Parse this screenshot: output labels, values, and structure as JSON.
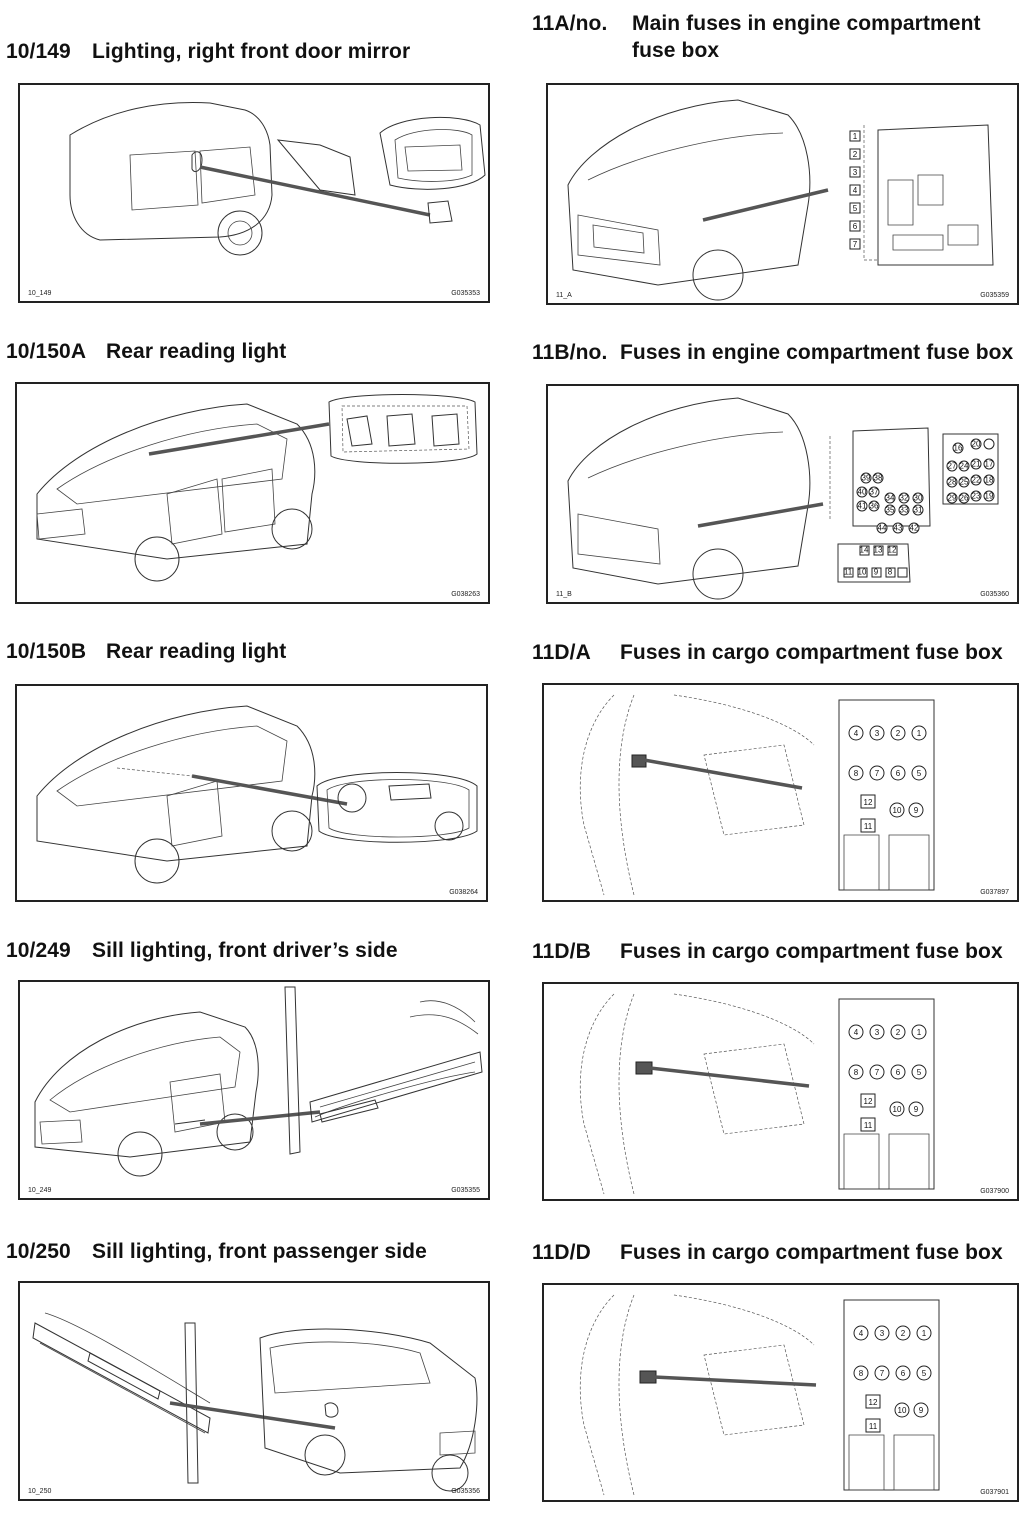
{
  "items": [
    {
      "code": "10/149",
      "title": "Lighting, right front door mirror",
      "left_label": "10_149",
      "right_label": "G035353"
    },
    {
      "code": "10/150A",
      "title": "Rear reading light",
      "left_label": "",
      "right_label": "G038263"
    },
    {
      "code": "10/150B",
      "title": "Rear reading light",
      "left_label": "",
      "right_label": "G038264"
    },
    {
      "code": "10/249",
      "title": "Sill lighting, front driver’s side",
      "left_label": "10_249",
      "right_label": "G035355"
    },
    {
      "code": "10/250",
      "title": "Sill lighting, front passenger side",
      "left_label": "10_250",
      "right_label": "G035356"
    },
    {
      "code": "11A/no.",
      "title": "Main fuses in engine compartment",
      "title_line2": "fuse box",
      "left_label": "11_A",
      "right_label": "G035359",
      "fuse_labels": [
        "1",
        "2",
        "3",
        "4",
        "5",
        "6",
        "7"
      ]
    },
    {
      "code": "11B/no.",
      "title": "Fuses in engine compartment fuse box",
      "left_label": "11_B",
      "right_label": "G035360",
      "fuse_labels": [
        "16",
        "20",
        "27",
        "24",
        "21",
        "17",
        "28",
        "25",
        "22",
        "18",
        "29",
        "26",
        "23",
        "19",
        "39",
        "38",
        "40",
        "37",
        "34",
        "32",
        "30",
        "41",
        "36",
        "35",
        "33",
        "31",
        "44",
        "43",
        "42",
        "14",
        "13",
        "12",
        "11",
        "10",
        "9",
        "8"
      ]
    },
    {
      "code": "11D/A",
      "title": "Fuses in cargo compartment fuse box",
      "left_label": "",
      "right_label": "G037897",
      "fuse_labels": [
        "4",
        "3",
        "2",
        "1",
        "8",
        "7",
        "6",
        "5",
        "12",
        "10",
        "9",
        "11"
      ]
    },
    {
      "code": "11D/B",
      "title": "Fuses in cargo compartment fuse box",
      "left_label": "",
      "right_label": "G037900",
      "fuse_labels": [
        "4",
        "3",
        "2",
        "1",
        "8",
        "7",
        "6",
        "5",
        "12",
        "10",
        "9",
        "11"
      ]
    },
    {
      "code": "11D/D",
      "title": "Fuses in cargo compartment fuse box",
      "left_label": "",
      "right_label": "G037901",
      "fuse_labels": [
        "4",
        "3",
        "2",
        "1",
        "8",
        "7",
        "6",
        "5",
        "12",
        "10",
        "9",
        "11"
      ]
    }
  ]
}
